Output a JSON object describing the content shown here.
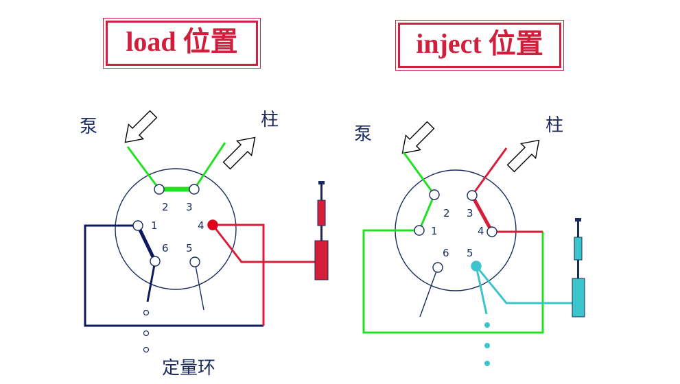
{
  "titles": {
    "left": "load 位置",
    "right": "inject 位置"
  },
  "labels": {
    "pump": "泵",
    "column": "柱",
    "loop": "定量环"
  },
  "port_numbers": [
    "1",
    "2",
    "3",
    "4",
    "5",
    "6"
  ],
  "colors": {
    "green": "#22e022",
    "red": "#d41e3a",
    "navy": "#0d1a5c",
    "cyan": "#3cc4cc",
    "title_red": "#d01f3c"
  }
}
